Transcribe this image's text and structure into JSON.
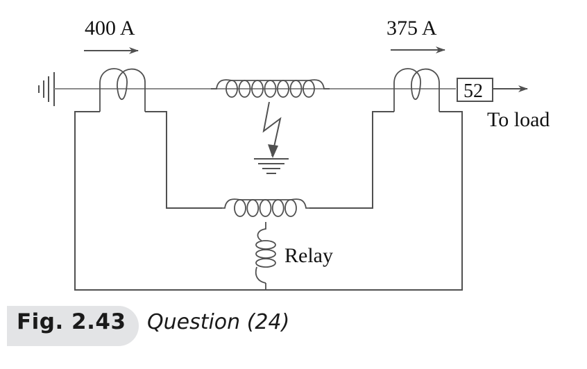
{
  "figure": {
    "current_in_label": "400 A",
    "current_out_label": "375 A",
    "breaker_label": "52",
    "load_label": "To load",
    "relay_label": "Relay",
    "colors": {
      "wire": "#505050",
      "line": "#8a8a8a",
      "caption_bg": "#e3e4e6"
    }
  },
  "caption": {
    "number": "Fig. 2.43",
    "text": "Question (24)"
  }
}
